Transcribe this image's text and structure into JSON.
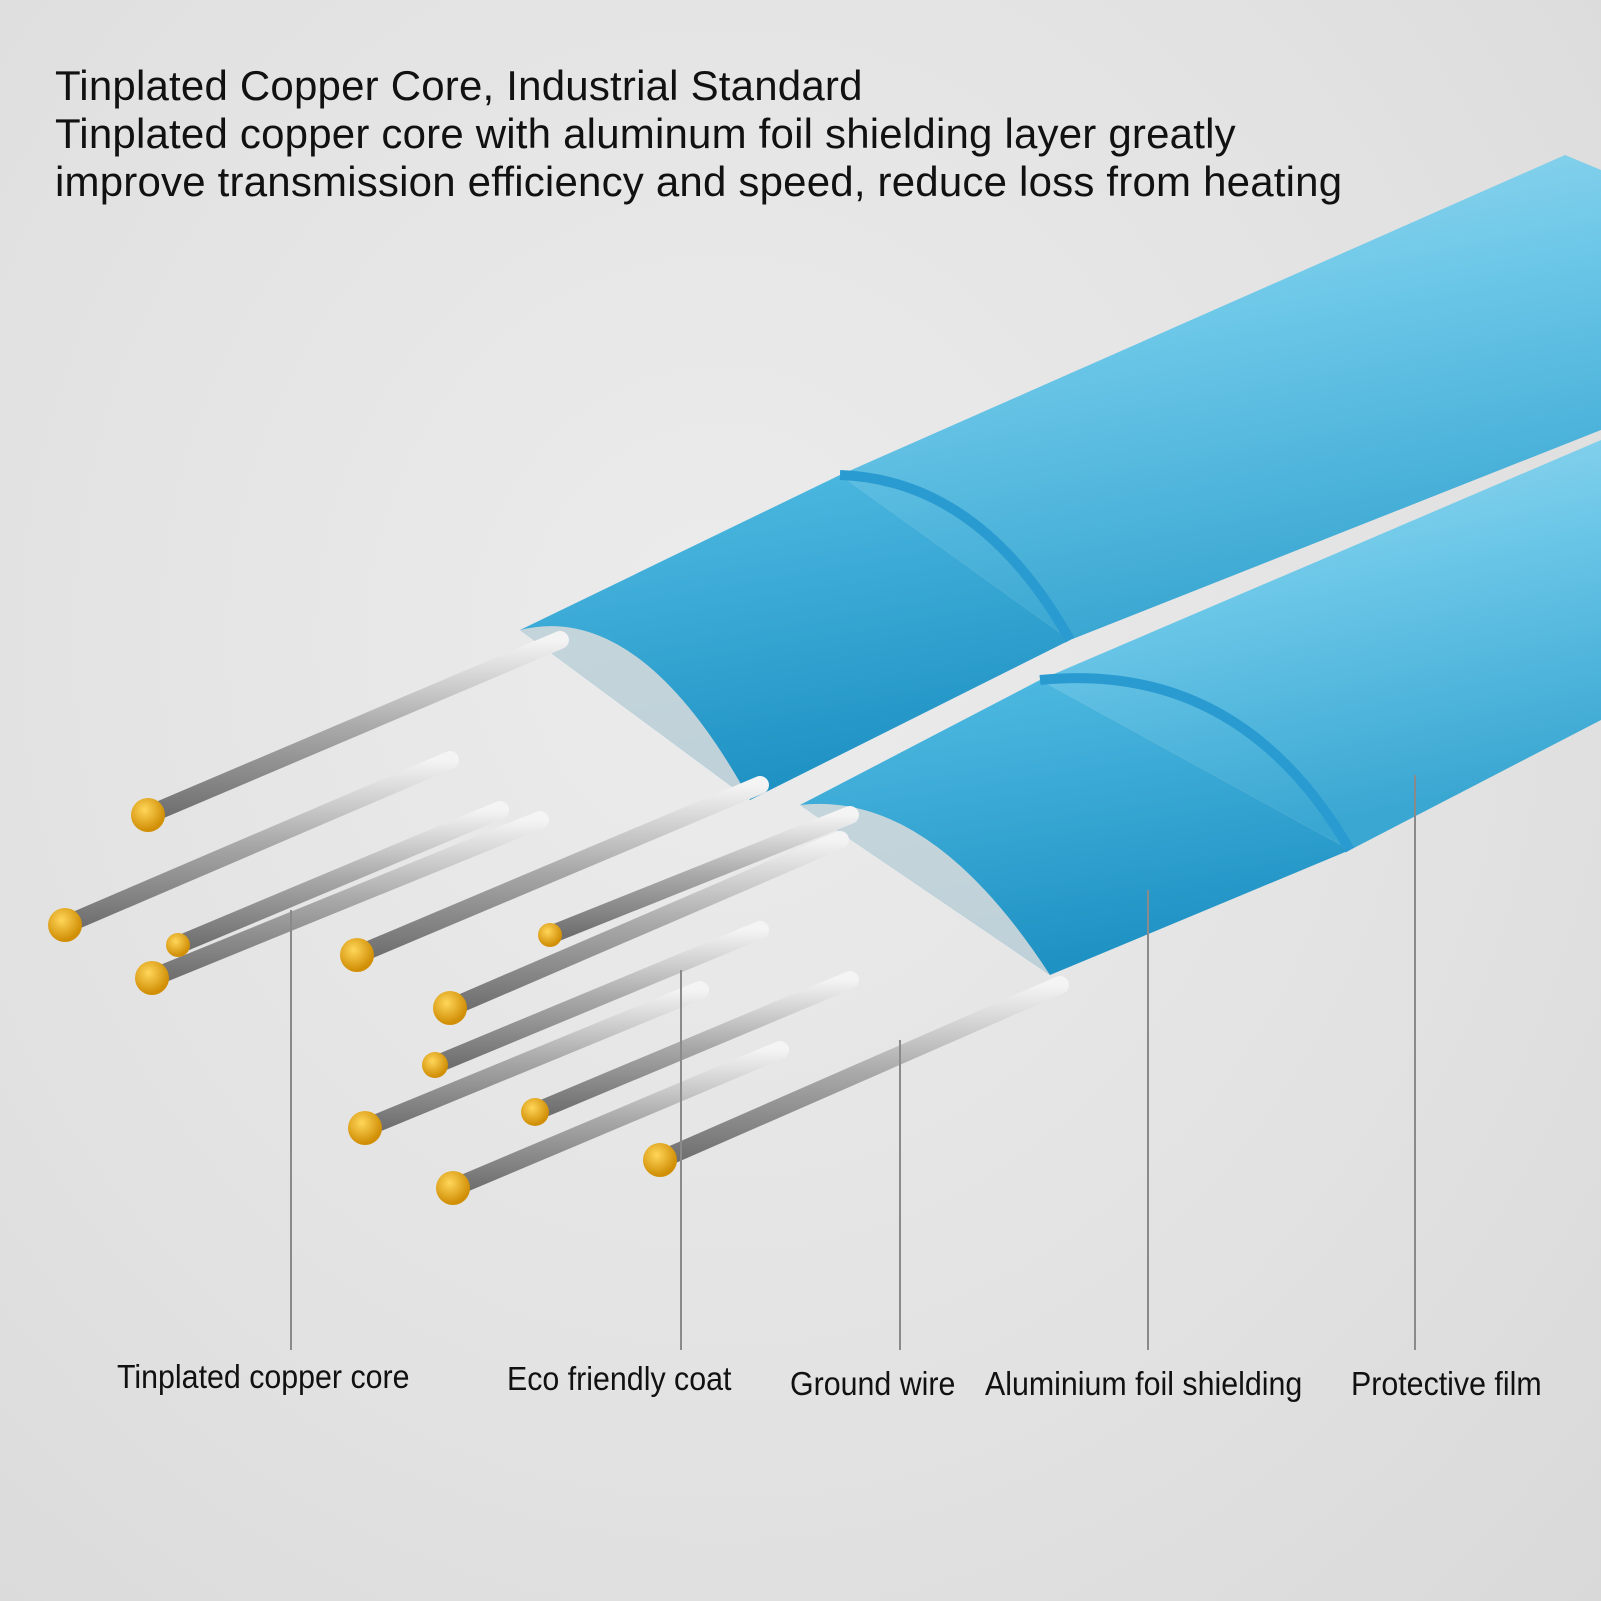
{
  "heading": {
    "title": "Tinplated Copper Core, Industrial Standard",
    "line2": "Tinplated copper core with aluminum foil shielding layer greatly",
    "line3": "improve transmission efficiency and speed, reduce loss from heating"
  },
  "labels": [
    "Tinplated copper core",
    "Eco friendly coat",
    "Ground wire",
    "Aluminium foil shielding",
    "Protective film"
  ],
  "colors": {
    "cable": "#5ec3e6",
    "foil": "#3aaed8",
    "wire": "#c9c9c9",
    "tip": "#e8a915",
    "text": "#111111"
  }
}
